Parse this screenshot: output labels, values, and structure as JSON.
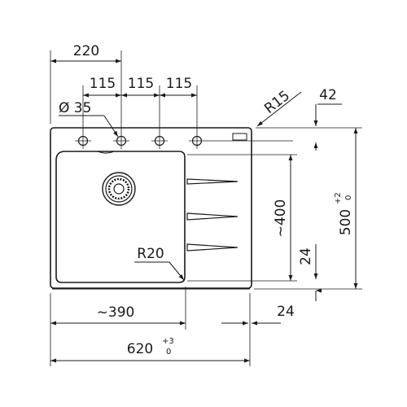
{
  "dimensions": {
    "overall_left_hole": "220",
    "hole_spacing_1": "115",
    "hole_spacing_2": "115",
    "hole_spacing_3": "115",
    "hole_diameter": "Ø 35",
    "corner_radius_outer": "R15",
    "rim_offset": "42",
    "bowl_depth": "~400",
    "bowl_width": "~390",
    "inner_radius": "R20",
    "rim_width_bottom": "24",
    "rim_width_right": "24",
    "total_width": "620",
    "total_width_tol_upper": "+3",
    "total_width_tol_lower": "0",
    "total_height": "500",
    "total_height_tol_upper": "+2",
    "total_height_tol_lower": "0"
  },
  "colors": {
    "line": "#1a1a1a",
    "background": "#ffffff"
  }
}
